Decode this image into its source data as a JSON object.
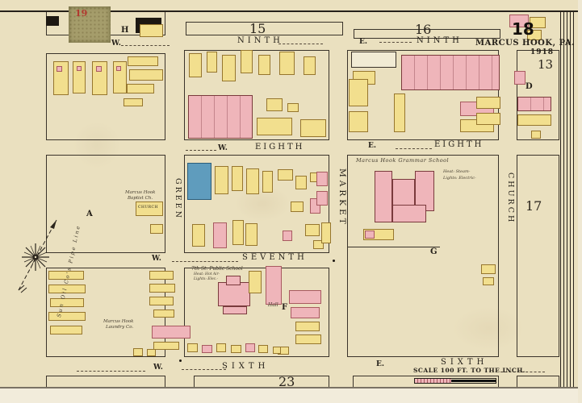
{
  "sheet": {
    "city": "MARCUS HOOK, PA.",
    "year": "1918",
    "sheet_number_large": "18",
    "sheet_number_small": "13",
    "sticker_number": "19",
    "scale_text": "SCALE 100 FT. TO THE INCH."
  },
  "streets": {
    "w_prefix": "W.",
    "e_prefix": "E.",
    "ninth": "NINTH",
    "eighth": "EIGHTH",
    "seventh": "SEVENTH",
    "sixth": "SIXTH",
    "green": "GREEN",
    "market": "MARKET",
    "church": "CHURCH"
  },
  "blocks": {
    "n15": "15",
    "n16": "16",
    "n17": "17",
    "n23": "23",
    "a": "A",
    "d": "D",
    "f": "F",
    "g": "G",
    "h": "H"
  },
  "labels": {
    "grammar_school": "Marcus Hook Grammar School",
    "grammar_note1": "Heat: Steam-",
    "grammar_note2": "Lights: Electric-",
    "public_school": "7th St. Public School",
    "public_note1": "Heat: Hot Air-",
    "public_note2": "Lights: Elec.-",
    "hall": "Hall",
    "baptist1": "Marcus Hook",
    "baptist2": "Baptist Ch.",
    "church_building": "CHURCH",
    "laundry1": "Marcus Hook",
    "laundry2": "Laundry Co.",
    "pipeline": "Sun Oil Co's Pipe Line"
  },
  "colors": {
    "paper": "#eae0bf",
    "yellow": "#f2df8e",
    "pink": "#efb5ba",
    "blue": "#5f9cbd",
    "ink": "#26211a"
  },
  "buildings": [
    [
      57,
      20,
      16,
      12,
      "k"
    ],
    [
      168,
      22,
      32,
      19,
      "k"
    ],
    [
      173,
      30,
      29,
      16,
      "y"
    ],
    [
      66,
      76,
      19,
      42,
      "y"
    ],
    [
      90,
      76,
      16,
      40,
      "y"
    ],
    [
      114,
      76,
      19,
      42,
      "y"
    ],
    [
      140,
      76,
      17,
      40,
      "y"
    ],
    [
      70,
      82,
      7,
      7,
      "p"
    ],
    [
      95,
      82,
      6,
      6,
      "p"
    ],
    [
      119,
      82,
      7,
      7,
      "p"
    ],
    [
      144,
      82,
      6,
      6,
      "p"
    ],
    [
      158,
      70,
      38,
      12,
      "y"
    ],
    [
      160,
      86,
      42,
      14,
      "y"
    ],
    [
      157,
      104,
      34,
      12,
      "y"
    ],
    [
      153,
      122,
      24,
      10,
      "y"
    ],
    [
      234,
      66,
      16,
      30,
      "y"
    ],
    [
      256,
      64,
      13,
      26,
      "y"
    ],
    [
      275,
      68,
      17,
      33,
      "y"
    ],
    [
      298,
      62,
      15,
      29,
      "y"
    ],
    [
      320,
      68,
      15,
      25,
      "y"
    ],
    [
      346,
      64,
      19,
      29,
      "y"
    ],
    [
      376,
      70,
      15,
      23,
      "y"
    ],
    [
      233,
      118,
      80,
      54,
      "pu"
    ],
    [
      318,
      146,
      44,
      22,
      "y"
    ],
    [
      330,
      122,
      20,
      16,
      "y"
    ],
    [
      356,
      128,
      14,
      11,
      "y"
    ],
    [
      372,
      148,
      32,
      22,
      "y"
    ],
    [
      435,
      64,
      56,
      20,
      "w"
    ],
    [
      437,
      88,
      28,
      17,
      "y"
    ],
    [
      497,
      68,
      122,
      44,
      "pu"
    ],
    [
      432,
      98,
      24,
      34,
      "y"
    ],
    [
      432,
      138,
      24,
      26,
      "y"
    ],
    [
      488,
      116,
      14,
      48,
      "y"
    ],
    [
      570,
      126,
      42,
      18,
      "p"
    ],
    [
      570,
      148,
      42,
      16,
      "y"
    ],
    [
      590,
      120,
      30,
      15,
      "y"
    ],
    [
      590,
      140,
      30,
      15,
      "y"
    ],
    [
      637,
      88,
      14,
      17,
      "p"
    ],
    [
      641,
      120,
      42,
      18,
      "pu"
    ],
    [
      641,
      142,
      42,
      14,
      "y"
    ],
    [
      658,
      162,
      12,
      10,
      "y"
    ],
    [
      168,
      250,
      34,
      18,
      "y"
    ],
    [
      186,
      278,
      16,
      12,
      "y"
    ],
    [
      232,
      202,
      30,
      46,
      "b"
    ],
    [
      266,
      206,
      17,
      35,
      "y"
    ],
    [
      287,
      206,
      14,
      31,
      "y"
    ],
    [
      305,
      209,
      16,
      32,
      "y"
    ],
    [
      325,
      212,
      13,
      27,
      "y"
    ],
    [
      238,
      278,
      16,
      28,
      "y"
    ],
    [
      264,
      276,
      17,
      32,
      "p"
    ],
    [
      288,
      273,
      14,
      31,
      "y"
    ],
    [
      304,
      277,
      15,
      28,
      "y"
    ],
    [
      344,
      210,
      19,
      14,
      "y"
    ],
    [
      366,
      218,
      14,
      17,
      "y"
    ],
    [
      384,
      214,
      12,
      12,
      "y"
    ],
    [
      360,
      250,
      16,
      13,
      "y"
    ],
    [
      384,
      246,
      13,
      19,
      "p"
    ],
    [
      378,
      278,
      18,
      15,
      "y"
    ],
    [
      350,
      286,
      12,
      13,
      "p"
    ],
    [
      388,
      298,
      13,
      11,
      "y"
    ],
    [
      392,
      213,
      14,
      18,
      "p"
    ],
    [
      392,
      237,
      14,
      18,
      "p"
    ],
    [
      398,
      276,
      12,
      26,
      "y"
    ],
    [
      464,
      212,
      22,
      64,
      "p2"
    ],
    [
      486,
      222,
      28,
      44,
      "p2"
    ],
    [
      514,
      212,
      24,
      50,
      "p2"
    ],
    [
      486,
      254,
      42,
      22,
      "p2"
    ],
    [
      450,
      284,
      38,
      14,
      "y"
    ],
    [
      452,
      286,
      12,
      10,
      "p"
    ],
    [
      596,
      328,
      18,
      12,
      "y"
    ],
    [
      598,
      344,
      14,
      10,
      "y"
    ],
    [
      60,
      336,
      44,
      11,
      "y"
    ],
    [
      60,
      353,
      46,
      11,
      "y"
    ],
    [
      62,
      370,
      42,
      11,
      "y"
    ],
    [
      60,
      387,
      46,
      11,
      "y"
    ],
    [
      62,
      404,
      40,
      11,
      "y"
    ],
    [
      185,
      336,
      30,
      11,
      "y"
    ],
    [
      185,
      352,
      32,
      11,
      "y"
    ],
    [
      185,
      368,
      30,
      11,
      "y"
    ],
    [
      190,
      384,
      26,
      10,
      "y"
    ],
    [
      188,
      404,
      48,
      16,
      "p"
    ],
    [
      190,
      424,
      32,
      10,
      "y"
    ],
    [
      270,
      350,
      40,
      30,
      "p2"
    ],
    [
      280,
      342,
      18,
      12,
      "p2"
    ],
    [
      276,
      380,
      30,
      10,
      "p2"
    ],
    [
      308,
      336,
      16,
      28,
      "y"
    ],
    [
      329,
      330,
      20,
      48,
      "p"
    ],
    [
      358,
      360,
      40,
      17,
      "p"
    ],
    [
      360,
      381,
      36,
      14,
      "p"
    ],
    [
      366,
      399,
      30,
      12,
      "y"
    ],
    [
      366,
      415,
      32,
      12,
      "y"
    ],
    [
      344,
      430,
      14,
      10,
      "y"
    ],
    [
      165,
      432,
      12,
      10,
      "y"
    ],
    [
      182,
      433,
      11,
      9,
      "y"
    ],
    [
      232,
      426,
      13,
      11,
      "y"
    ],
    [
      250,
      428,
      13,
      10,
      "p"
    ],
    [
      268,
      426,
      12,
      11,
      "y"
    ],
    [
      286,
      428,
      13,
      10,
      "y"
    ],
    [
      304,
      426,
      12,
      11,
      "p"
    ],
    [
      320,
      428,
      12,
      10,
      "y"
    ],
    [
      338,
      430,
      10,
      9,
      "y"
    ],
    [
      631,
      18,
      24,
      16,
      "p"
    ],
    [
      656,
      21,
      20,
      14,
      "y"
    ],
    [
      653,
      37,
      18,
      13,
      "y"
    ]
  ]
}
